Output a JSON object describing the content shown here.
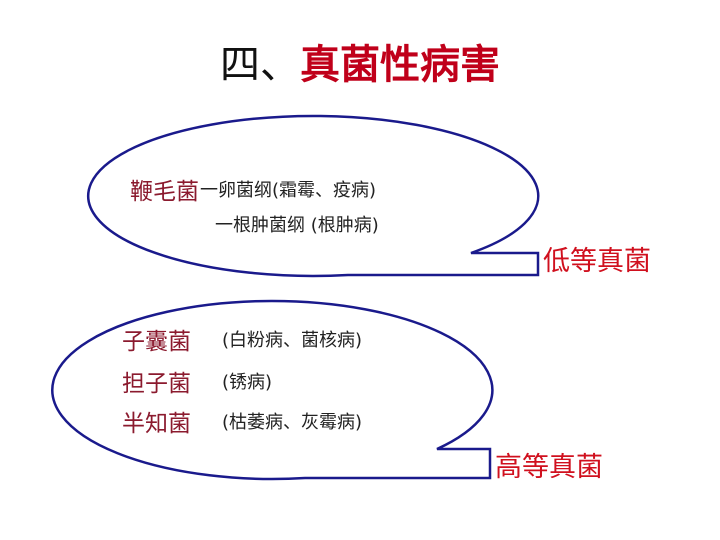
{
  "title": {
    "prefix": "四、",
    "main": "真菌性病害"
  },
  "lower_fungi": {
    "label": "低等真菌",
    "category": "鞭毛菌",
    "lines": [
      "一卵菌纲(霜霉、疫病)",
      "一根肿菌纲 (根肿病)"
    ]
  },
  "higher_fungi": {
    "label": "高等真菌",
    "rows": [
      {
        "category": "子囊菌",
        "diseases": "(白粉病、菌核病)"
      },
      {
        "category": "担子菌",
        "diseases": "(锈病)"
      },
      {
        "category": "半知菌",
        "diseases": "(枯萎病、灰霉病)"
      }
    ]
  },
  "colors": {
    "bubble_stroke": "#1a1a8c",
    "title_red": "#c0001a",
    "category": "#8b1a2e"
  }
}
